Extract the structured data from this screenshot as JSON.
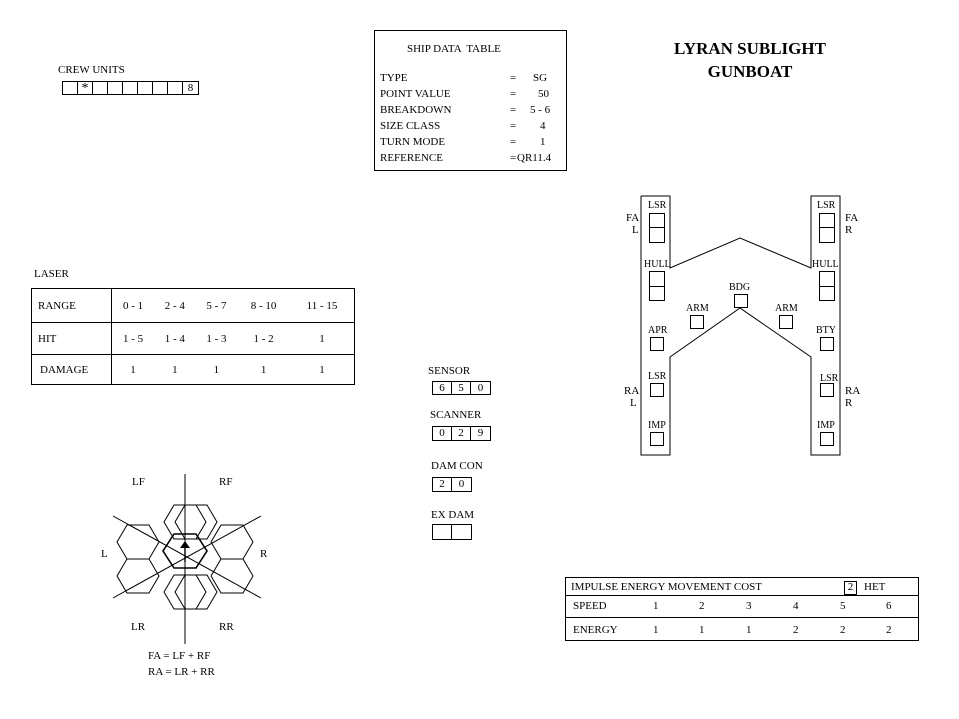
{
  "ship_title": {
    "line1": "LYRAN SUBLIGHT",
    "line2": "GUNBOAT"
  },
  "ship_data": {
    "heading": "SHIP DATA  TABLE",
    "rows": [
      {
        "label": "TYPE",
        "eq": "=",
        "value": "SG"
      },
      {
        "label": "POINT VALUE",
        "eq": "=",
        "value": "50"
      },
      {
        "label": "BREAKDOWN",
        "eq": "=",
        "value": "5 - 6"
      },
      {
        "label": "SIZE CLASS",
        "eq": "=",
        "value": "4"
      },
      {
        "label": "TURN MODE",
        "eq": "=",
        "value": "1"
      },
      {
        "label": "REFERENCE",
        "eq": "=",
        "value": "QR11.4"
      }
    ]
  },
  "crew_units": {
    "label": "CREW UNITS",
    "marker": "*",
    "count": "8"
  },
  "laser": {
    "title": "LASER",
    "rows": [
      {
        "label": "RANGE",
        "cells": [
          "0 - 1",
          "2 - 4",
          "5 - 7",
          "8 - 10",
          "11 - 15"
        ]
      },
      {
        "label": "HIT",
        "cells": [
          "1 - 5",
          "1 - 4",
          "1 - 3",
          "1 - 2",
          "1"
        ]
      },
      {
        "label": "DAMAGE",
        "cells": [
          "1",
          "1",
          "1",
          "1",
          "1"
        ]
      }
    ]
  },
  "tracks": {
    "sensor": {
      "label": "SENSOR",
      "values": [
        "6",
        "5",
        "0"
      ]
    },
    "scanner": {
      "label": "SCANNER",
      "values": [
        "0",
        "2",
        "9"
      ]
    },
    "damcon": {
      "label": "DAM CON",
      "values": [
        "2",
        "0"
      ]
    },
    "exdam": {
      "label": "EX DAM",
      "values": [
        "",
        ""
      ]
    }
  },
  "arcs": {
    "lf": "LF",
    "rf": "RF",
    "l": "L",
    "r": "R",
    "lr": "LR",
    "rr": "RR",
    "fa_formula": "FA = LF + RF",
    "ra_formula": "RA = LR + RR"
  },
  "ssd": {
    "left_top_arc": [
      "FA",
      "L"
    ],
    "right_top_arc": [
      "FA",
      "R"
    ],
    "left_bottom_arc": [
      "RA",
      "L"
    ],
    "right_bottom_arc": [
      "RA",
      "R"
    ],
    "labels": {
      "lsr_tl": "LSR",
      "hull_l": "HULL",
      "apr": "APR",
      "lsr_bl": "LSR",
      "imp_l": "IMP",
      "lsr_tr": "LSR",
      "hull_r": "HULL",
      "bty": "BTY",
      "lsr_br": "LSR",
      "imp_r": "IMP",
      "bdg": "BDG",
      "arm_l": "ARM",
      "arm_r": "ARM"
    }
  },
  "impulse": {
    "title": "IMPULSE ENERGY MOVEMENT COST",
    "het_box": "2",
    "het_label": "HET",
    "speed_label": "SPEED",
    "speeds": [
      "1",
      "2",
      "3",
      "4",
      "5",
      "6"
    ],
    "energy_label": "ENERGY",
    "energies": [
      "1",
      "1",
      "1",
      "2",
      "2",
      "2"
    ]
  }
}
